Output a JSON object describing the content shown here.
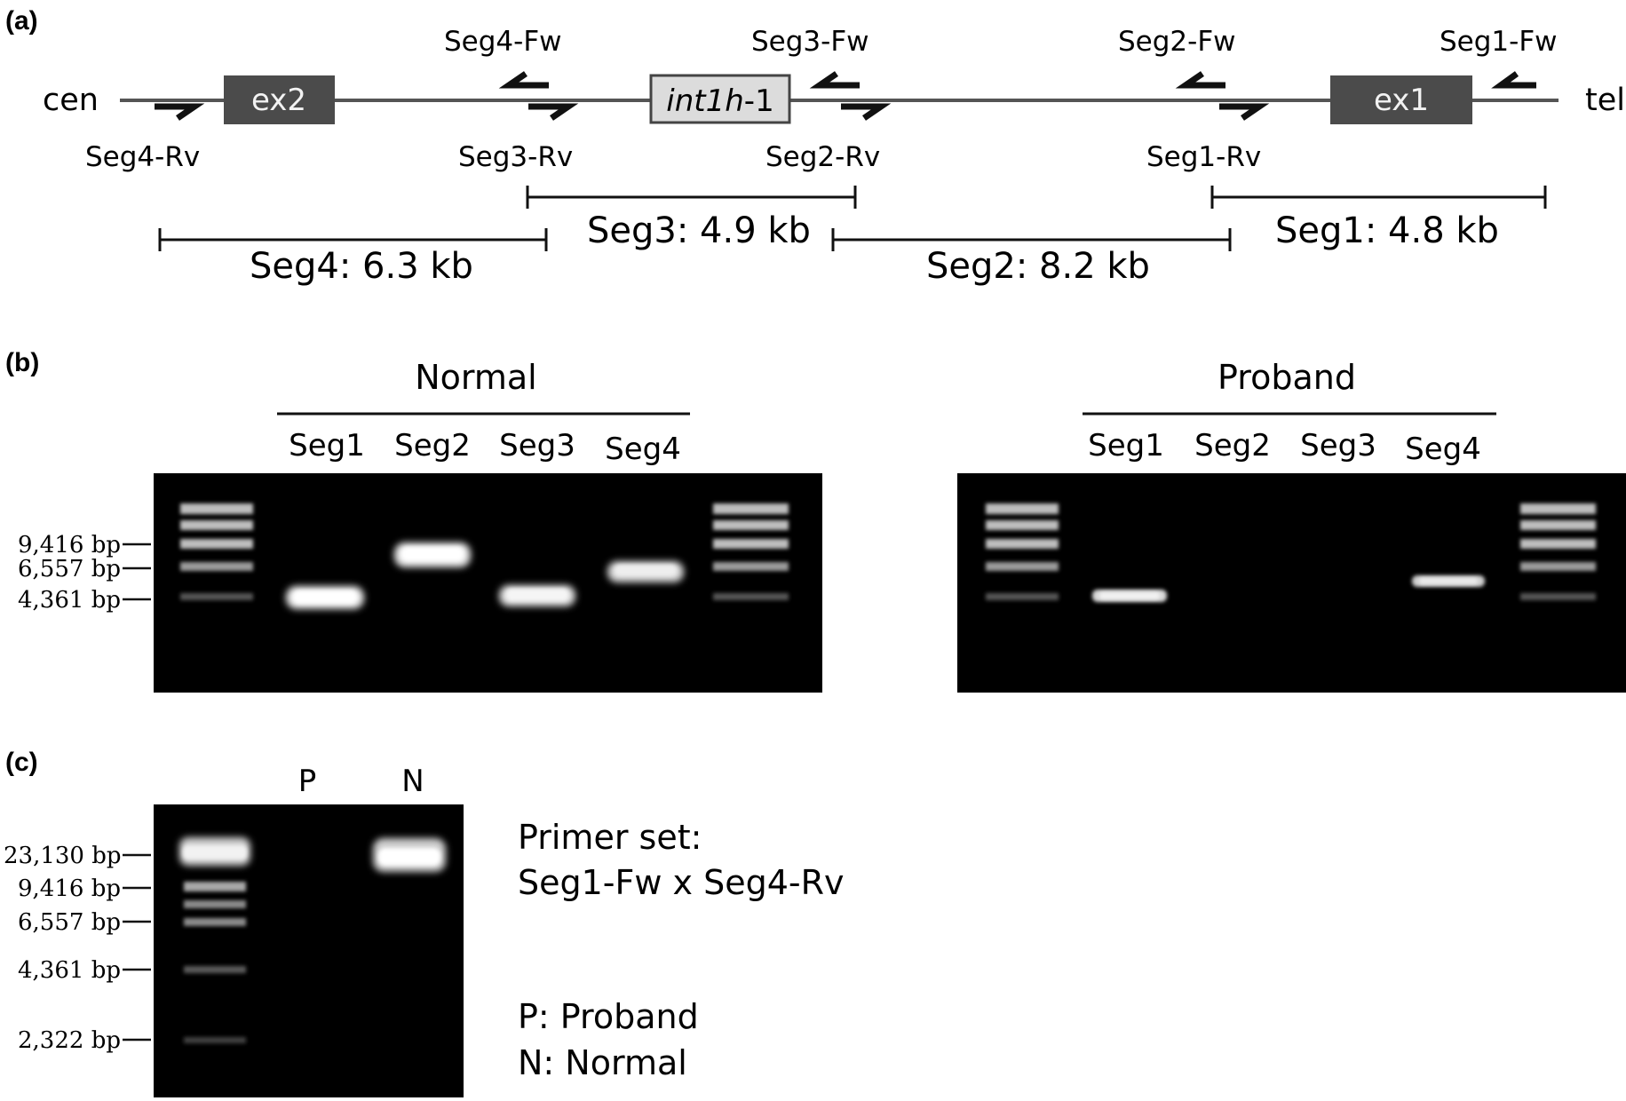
{
  "panel_a": {
    "label": "(a)",
    "cen": "cen",
    "tel": "tel",
    "ex2": "ex2",
    "ex1": "ex1",
    "int1h_italic": "int1h",
    "int1h_suffix": "-1",
    "primers": {
      "seg4_fw": "Seg4-Fw",
      "seg3_fw": "Seg3-Fw",
      "seg2_fw": "Seg2-Fw",
      "seg1_fw": "Seg1-Fw",
      "seg4_rv": "Seg4-Rv",
      "seg3_rv": "Seg3-Rv",
      "seg2_rv": "Seg2-Rv",
      "seg1_rv": "Seg1-Rv"
    },
    "segments": {
      "seg4": "Seg4: 6.3 kb",
      "seg3": "Seg3: 4.9 kb",
      "seg2": "Seg2: 8.2 kb",
      "seg1": "Seg1: 4.8 kb"
    }
  },
  "panel_b": {
    "label": "(b)",
    "normal": "Normal",
    "proband": "Proband",
    "lanes": [
      "Seg1",
      "Seg2",
      "Seg3",
      "Seg4"
    ],
    "markers": [
      "9,416 bp",
      "6,557 bp",
      "4,361 bp"
    ]
  },
  "panel_c": {
    "label": "(c)",
    "lane_p": "P",
    "lane_n": "N",
    "markers": [
      "23,130 bp",
      "9,416 bp",
      "6,557 bp",
      "4,361 bp",
      "2,322 bp"
    ],
    "primer_set_1": "Primer set:",
    "primer_set_2": "Seg1-Fw x Seg4-Rv",
    "legend_p": "P: Proband",
    "legend_n": "N: Normal"
  }
}
